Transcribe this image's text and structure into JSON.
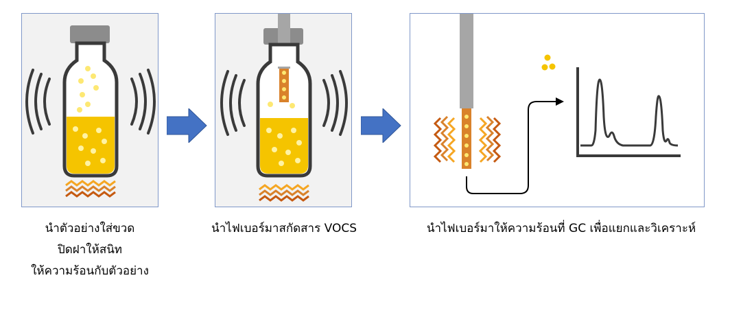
{
  "steps": [
    {
      "caption_lines": [
        "นำตัวอย่างใส่ขวด",
        "ปิดฝาให้สนิท",
        "ให้ความร้อนกับตัวอย่าง"
      ]
    },
    {
      "caption_lines": [
        "นำไฟเบอร์มาสกัดสาร VOCS"
      ]
    },
    {
      "caption_lines": [
        "นำไฟเบอร์มาให้ความร้อนที่ GC เพื่อแยกและวิเคราะห์"
      ]
    }
  ],
  "colors": {
    "panel_border": "#7f97c8",
    "panel_fill": "#f2f2f2",
    "arrow": "#4472c4",
    "liquid": "#f5c400",
    "bubble": "#fde873",
    "cap": "#8c8c8c",
    "needle": "#a6a6a6",
    "fiber": "#d9822b",
    "heat": "#c55a11",
    "outline": "#3a3a3a"
  },
  "icons": [
    "vial-icon",
    "vibration-waves-icon",
    "heat-waves-icon",
    "spme-fiber-icon",
    "flow-arrow-icon",
    "chromatogram-icon"
  ]
}
